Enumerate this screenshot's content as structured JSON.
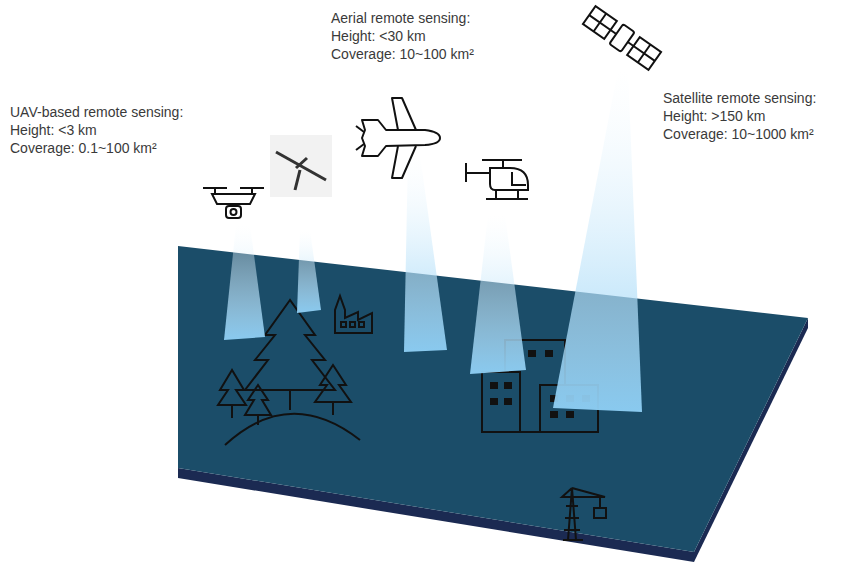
{
  "diagram": {
    "labels": [
      "UAV-based remote sensing:",
      "Height: <3 km",
      "Coverage: 0.1~100 km²",
      "Aerial remote sensing:",
      "Height: <30 km",
      "Coverage: 10~100 km²",
      "Satellite remote sensing:",
      "Height: >150 km",
      "Coverage: 10~1000 km²"
    ]
  }
}
